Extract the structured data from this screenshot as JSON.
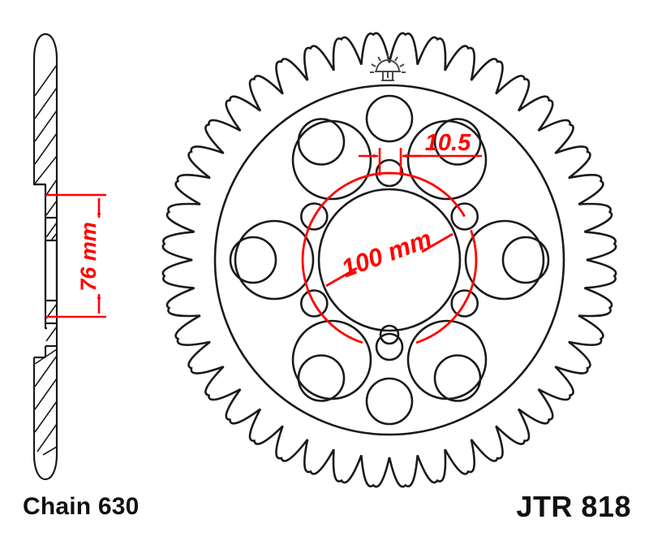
{
  "drawing": {
    "title": "JT rear sprocket technical drawing",
    "line_color": "#1a1a1a",
    "dimension_color": "#ff0000",
    "background": "#ffffff",
    "teeth_count": 44,
    "views": {
      "side_section": "side-cross-section-view",
      "front": "front-face-view"
    },
    "maker_mark": "sun-stamp-icon"
  },
  "dimensions": {
    "bolt_circle": {
      "label": "100 mm",
      "name": "bolt-circle-diameter"
    },
    "bolt_hole": {
      "label": "10.5",
      "name": "bolt-hole-diameter"
    },
    "hub_width": {
      "label": "76 mm",
      "name": "inner-diameter"
    }
  },
  "footer": {
    "chain_label": "Chain 630",
    "part_number": "JTR 818"
  }
}
